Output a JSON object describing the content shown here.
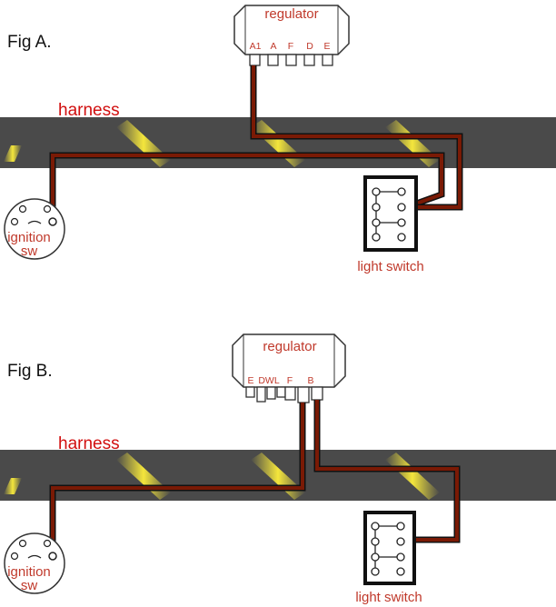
{
  "fig_a": {
    "title": "Fig A.",
    "harness_label": "harness",
    "regulator": {
      "title": "regulator",
      "terminals": [
        "A1",
        "A",
        "F",
        "D",
        "E"
      ]
    },
    "ignition_label": [
      "ignition",
      "sw"
    ],
    "light_switch_label": "light switch"
  },
  "fig_b": {
    "title": "Fig B.",
    "harness_label": "harness",
    "regulator": {
      "title": "regulator",
      "terminals": [
        "E",
        "DWL",
        "F",
        "B"
      ]
    },
    "ignition_label": [
      "ignition",
      "sw"
    ],
    "light_switch_label": "light switch"
  },
  "colors": {
    "harness": "#4a4a4a",
    "harness_stripe": "#f2e23a",
    "wire": "#7a1a05",
    "label_red": "#c0392b",
    "harness_label": "#d10f0f"
  }
}
